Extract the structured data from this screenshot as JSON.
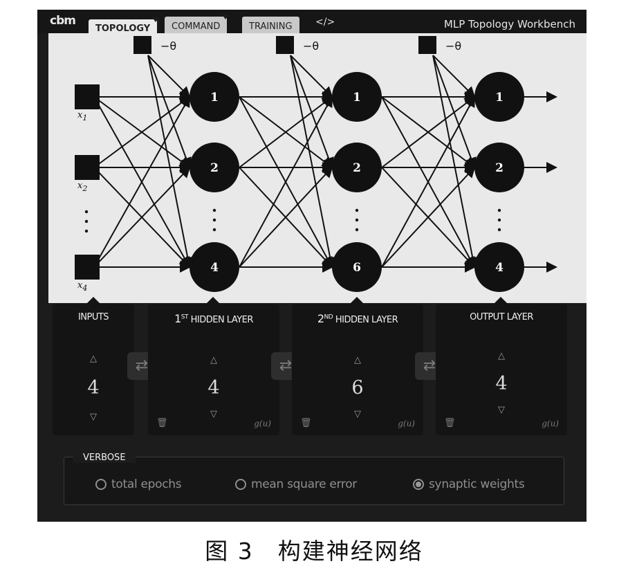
{
  "app": {
    "logo": "cbm",
    "title": "MLP Topology Workbench",
    "code_icon": "</>",
    "tabs": [
      {
        "label": "TOPOLOGY",
        "active": true
      },
      {
        "label": "COMMAND",
        "active": false
      },
      {
        "label": "TRAINING",
        "active": false
      }
    ]
  },
  "network": {
    "threshold_label": "−θ",
    "input_labels": [
      "x1",
      "x2",
      "x4"
    ],
    "layers": [
      {
        "node_labels": [
          "1",
          "2",
          "4"
        ]
      },
      {
        "node_labels": [
          "1",
          "2",
          "6"
        ]
      },
      {
        "node_labels": [
          "1",
          "2",
          "4"
        ]
      }
    ]
  },
  "panels": {
    "inputs": {
      "title": "INPUTS",
      "count": "4"
    },
    "hidden1": {
      "title_sup": "ST",
      "title_num": "1",
      "title": "HIDDEN LAYER",
      "count": "4",
      "function": "g(u)"
    },
    "hidden2": {
      "title_sup": "ND",
      "title_num": "2",
      "title": "HIDDEN LAYER",
      "count": "6",
      "function": "g(u)"
    },
    "output": {
      "title": "OUTPUT LAYER",
      "count": "4",
      "function": "g(u)"
    },
    "up_symbol": "△",
    "down_symbol": "▽",
    "trash_symbol": "🗑",
    "swap_symbol": "⇄"
  },
  "verbose": {
    "label": "VERBOSE",
    "options": [
      {
        "label": "total epochs",
        "selected": false
      },
      {
        "label": "mean square error",
        "selected": false
      },
      {
        "label": "synaptic weights",
        "selected": true
      }
    ]
  },
  "caption": "图 3　构建神经网络"
}
